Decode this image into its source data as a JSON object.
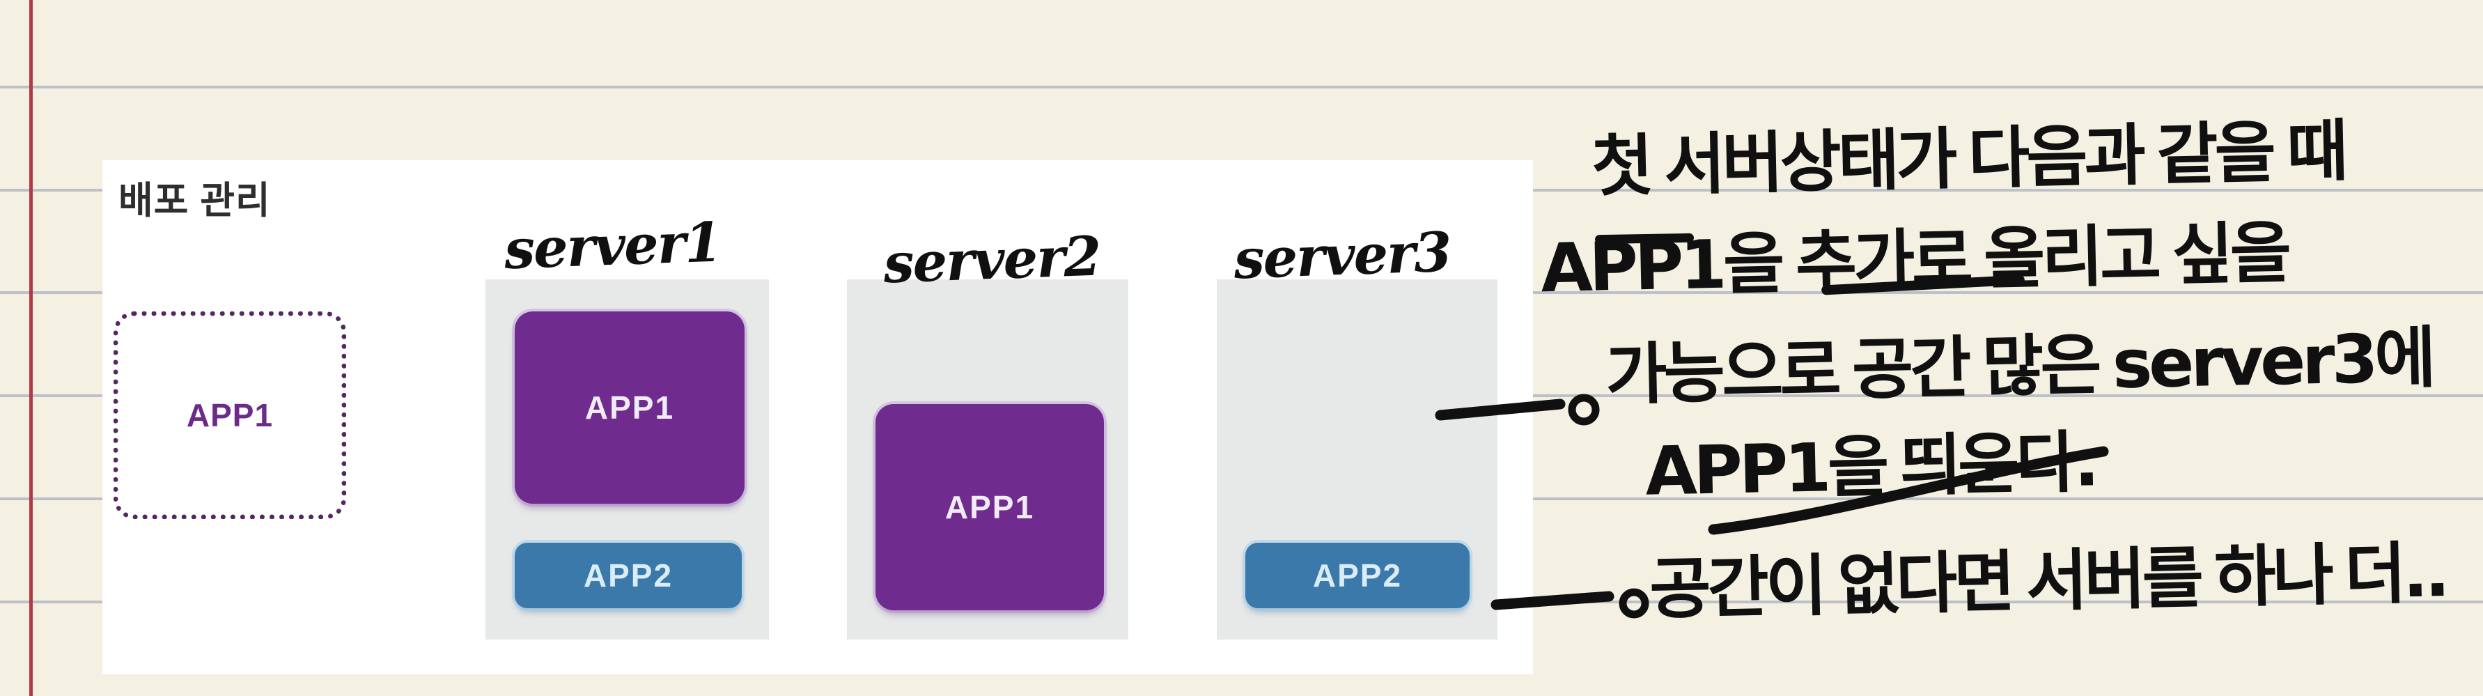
{
  "panel": {
    "title": "배포 관리",
    "staged_app": {
      "label": "APP1"
    },
    "servers": [
      {
        "name": "server1",
        "apps": [
          {
            "label": "APP1",
            "color": "#6f2b8e"
          },
          {
            "label": "APP2",
            "color": "#3a79a9"
          }
        ]
      },
      {
        "name": "server2",
        "apps": [
          {
            "label": "APP1",
            "color": "#6f2b8e"
          }
        ]
      },
      {
        "name": "server3",
        "apps": [
          {
            "label": "APP2",
            "color": "#3a79a9"
          }
        ]
      }
    ]
  },
  "notes": {
    "lines": [
      "첫 서버상태가 다음과 같을 때",
      "APP1을 추가로 올리고 싶을",
      "가능으로 공간 많은 server3에",
      "APP1을 띄운다.",
      "공간이 없다면 서버를 하나 더.."
    ]
  },
  "colors": {
    "page_background": "#f4f1e2",
    "ruled_line": "#bcc1c9",
    "margin_line": "#b23a45",
    "panel_background": "#ffffff",
    "server_column": "#e7e9e9",
    "app1_purple": "#6f2b8e",
    "app2_blue": "#3a79a9",
    "dashed_border_purple": "#53275f",
    "handwriting": "#101010"
  }
}
